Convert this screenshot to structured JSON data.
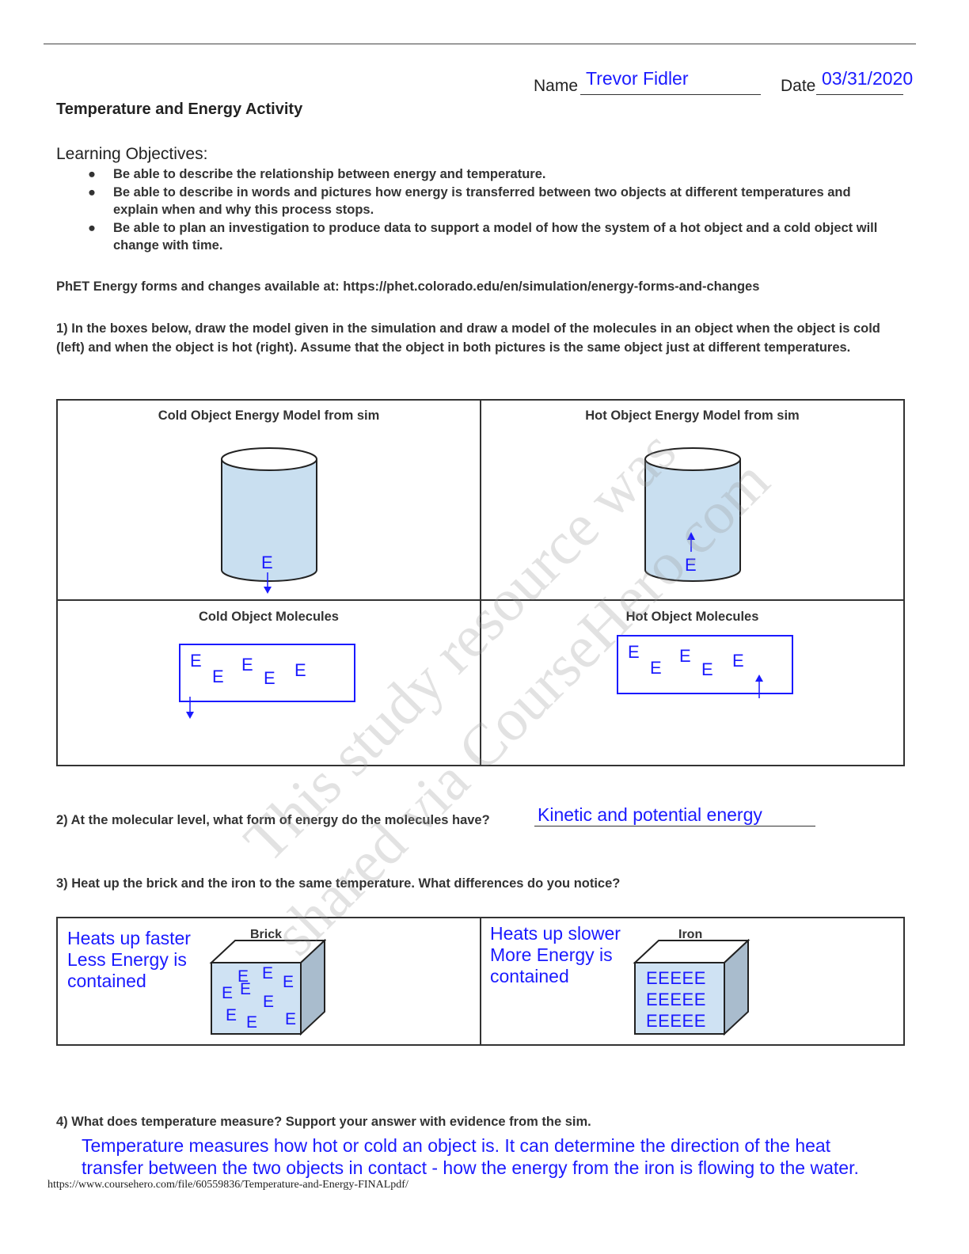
{
  "header": {
    "name_label": "Name",
    "name_value": "Trevor Fidler",
    "date_label": "Date",
    "date_value": "03/31/2020"
  },
  "title": "Temperature and Energy Activity",
  "learning_objectives": {
    "heading": "Learning Objectives:",
    "items": [
      "Be able to describe the relationship between energy and temperature.",
      "Be able to describe in words and pictures how energy is transferred between two objects at different temperatures and explain when and why this process stops.",
      "Be able to plan an investigation to produce data to support a model of how the system of a hot object and a cold object will change with time."
    ],
    "bullet": "●"
  },
  "phet_line": "PhET Energy forms and changes available at: https://phet.colorado.edu/en/simulation/energy-forms-and-changes",
  "q1": {
    "text": "1) In the boxes below, draw the model given in the simulation and draw a model of the molecules in an object when the object is cold (left) and when the object is hot (right). Assume that the object in both pictures is the same object just at different temperatures.",
    "cells": {
      "cold_model": "Cold Object Energy Model from sim",
      "hot_model": "Hot Object Energy Model from sim",
      "cold_molecules": "Cold Object Molecules",
      "hot_molecules": "Hot Object Molecules"
    },
    "energy_letter": "E"
  },
  "q2": {
    "text": "2) At the molecular level, what form of energy do the molecules have?",
    "answer": "Kinetic and potential energy"
  },
  "q3": {
    "text": "3) Heat up the brick and the iron to the same temperature. What differences do you notice?",
    "brick_label": "Brick",
    "iron_label": "Iron",
    "brick_answer": [
      "Heats up faster",
      "Less Energy is",
      "contained"
    ],
    "iron_answer": [
      "Heats up slower",
      "More Energy is",
      "contained"
    ],
    "iron_rows": [
      "EEEEE",
      "EEEEE",
      "EEEEE"
    ]
  },
  "q4": {
    "text": "4) What does temperature measure? Support your answer with evidence from the sim.",
    "answer_lines": [
      "Temperature measures how hot or cold an object is. It can determine the direction of the heat",
      "transfer between the two objects in contact - how the energy from the iron is flowing to the water."
    ]
  },
  "footer_url": "https://www.coursehero.com/file/60559836/Temperature-and-Energy-FINALpdf/",
  "watermark": {
    "line1": "This study resource was",
    "line2": "shared via CourseHero.com"
  },
  "colors": {
    "handwriting": "#1a1aff",
    "cylinder_fill": "#c9dff0",
    "box_fill": "#cfe2f3"
  }
}
